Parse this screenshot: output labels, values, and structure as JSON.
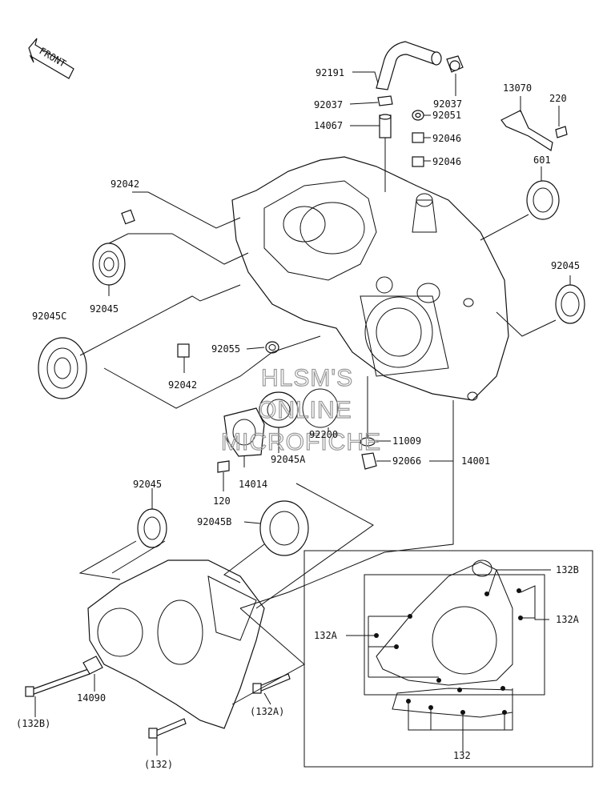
{
  "front_label": "FRONT",
  "watermark": [
    "HLSM'S",
    "ONLINE",
    "MICROFICHE"
  ],
  "callouts": {
    "p92191": "92191",
    "p92037a": "92037",
    "p92037b": "92037",
    "p14067": "14067",
    "p92051": "92051",
    "p92046a": "92046",
    "p92046b": "92046",
    "p13070": "13070",
    "p220": "220",
    "p601": "601",
    "p92042a": "92042",
    "p92045a": "92045",
    "p92045C": "92045C",
    "p92045b": "92045",
    "p92055": "92055",
    "p92042b": "92042",
    "p92200": "92200",
    "p11009": "11009",
    "p92045A": "92045A",
    "p92066": "92066",
    "p14001": "14001",
    "p14014": "14014",
    "p120": "120",
    "p92045c": "92045",
    "p92045B": "92045B",
    "p14090": "14090",
    "p132B_paren": "(132B)",
    "p132A_paren": "(132A)",
    "p132_paren": "(132)",
    "p132B": "132B",
    "p132A_left": "132A",
    "p132A_right": "132A",
    "p132": "132"
  }
}
